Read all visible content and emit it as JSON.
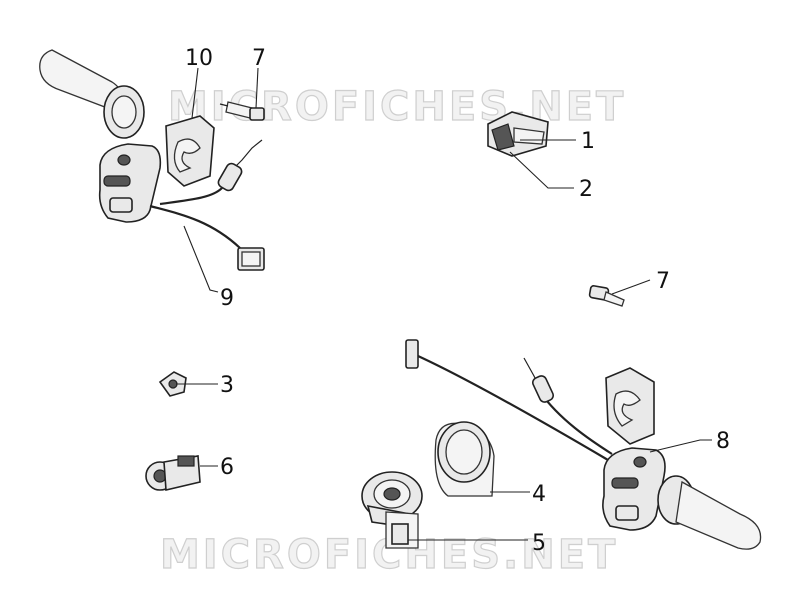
{
  "watermark": {
    "top_text": "MICROFICHES.NET",
    "bottom_text": "MICROFICHES.NET"
  },
  "callouts": [
    {
      "id": "10",
      "label": "10"
    },
    {
      "id": "7a",
      "label": "7"
    },
    {
      "id": "1",
      "label": "1"
    },
    {
      "id": "2",
      "label": "2"
    },
    {
      "id": "9",
      "label": "9"
    },
    {
      "id": "7b",
      "label": "7"
    },
    {
      "id": "3",
      "label": "3"
    },
    {
      "id": "8",
      "label": "8"
    },
    {
      "id": "6",
      "label": "6"
    },
    {
      "id": "4",
      "label": "4"
    },
    {
      "id": "5",
      "label": "5"
    }
  ]
}
